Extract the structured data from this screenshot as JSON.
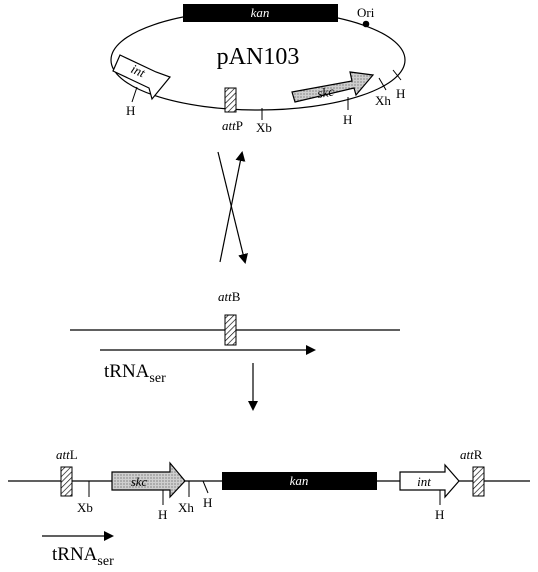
{
  "plasmid": {
    "name": "pAN103",
    "genes": {
      "kan": "kan",
      "int": "int",
      "skc": "skc"
    },
    "ori": "Ori",
    "site_labels": {
      "H": "H",
      "Xb": "Xb",
      "Xh": "Xh"
    },
    "attP": {
      "prefix": "att",
      "suffix": "P"
    }
  },
  "chromosome": {
    "attB": {
      "prefix": "att",
      "suffix": "B"
    },
    "trna": {
      "main": "tRNA",
      "sub": "ser"
    }
  },
  "product": {
    "attL": {
      "prefix": "att",
      "suffix": "L"
    },
    "attR": {
      "prefix": "att",
      "suffix": "R"
    },
    "genes": {
      "skc": "skc",
      "kan": "kan",
      "int": "int"
    },
    "site_labels": {
      "Xb": "Xb",
      "H1": "H",
      "Xh": "Xh",
      "H2": "H",
      "H3": "H"
    },
    "trna": {
      "main": "tRNA",
      "sub": "ser"
    }
  },
  "colors": {
    "ink": "#000000",
    "hatch_fill": "#d9d9d9",
    "paper": "#ffffff"
  }
}
